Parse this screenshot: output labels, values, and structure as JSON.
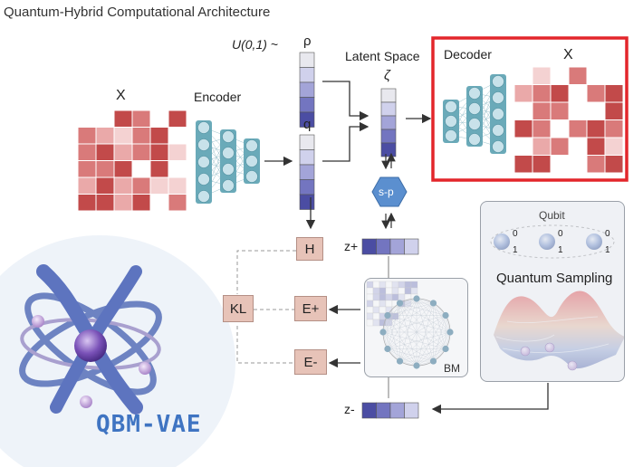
{
  "title": "Quantum-Hybrid Computational Architecture",
  "labels": {
    "x_input": "X",
    "encoder": "Encoder",
    "prior": "U(0,1) ~",
    "rho": "ρ",
    "q": "q",
    "latent_space": "Latent Space",
    "zeta": "ζ",
    "decoder": "Decoder",
    "x_output": "X",
    "sp": "s-p",
    "zplus": "z+",
    "zminus": "z-",
    "bm": "BM",
    "h": "H",
    "eplus": "E+",
    "eminus": "E-",
    "kl": "KL",
    "qubit": "Qubit",
    "qubit_zero": "0",
    "qubit_one": "1",
    "quantum_sampling": "Quantum Sampling",
    "logo_text": "QBM-VAE"
  },
  "colors": {
    "heat": [
      "#c24a4a",
      "#d97a7a",
      "#eaa9a9",
      "#f4d2d2",
      "#ffffff"
    ],
    "latent": [
      "#4b4da3",
      "#7375c0",
      "#a3a4d8",
      "#d0d1ec",
      "#e8e8ee"
    ],
    "nn_node": "#c8e2ea",
    "nn_layer": "#6aaab9",
    "highlight": "#e3262b",
    "bm_node": "#2f6c8e",
    "logo": "#6d83c2"
  },
  "icons": [
    "atom-logo-icon",
    "qubit-sphere-icon",
    "quantum-landscape-icon",
    "boltzmann-machine-graph-icon",
    "neural-network-icon"
  ]
}
